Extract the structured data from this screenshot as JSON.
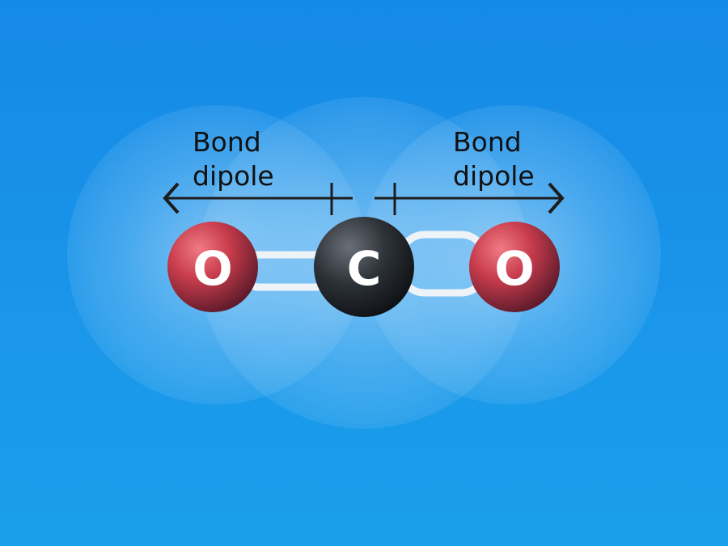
{
  "labels": {
    "left_dipole": [
      "Bond",
      "dipole"
    ],
    "right_dipole": [
      "Bond",
      "dipole"
    ]
  },
  "atoms": [
    {
      "symbol": "O",
      "color": "#c84050"
    },
    {
      "symbol": "C",
      "color": "#2a2e33"
    },
    {
      "symbol": "O",
      "color": "#c84050"
    }
  ],
  "colors": {
    "background": "#1589e6",
    "arrow": "#1c1c1c",
    "bond": "#f0f4f8"
  }
}
